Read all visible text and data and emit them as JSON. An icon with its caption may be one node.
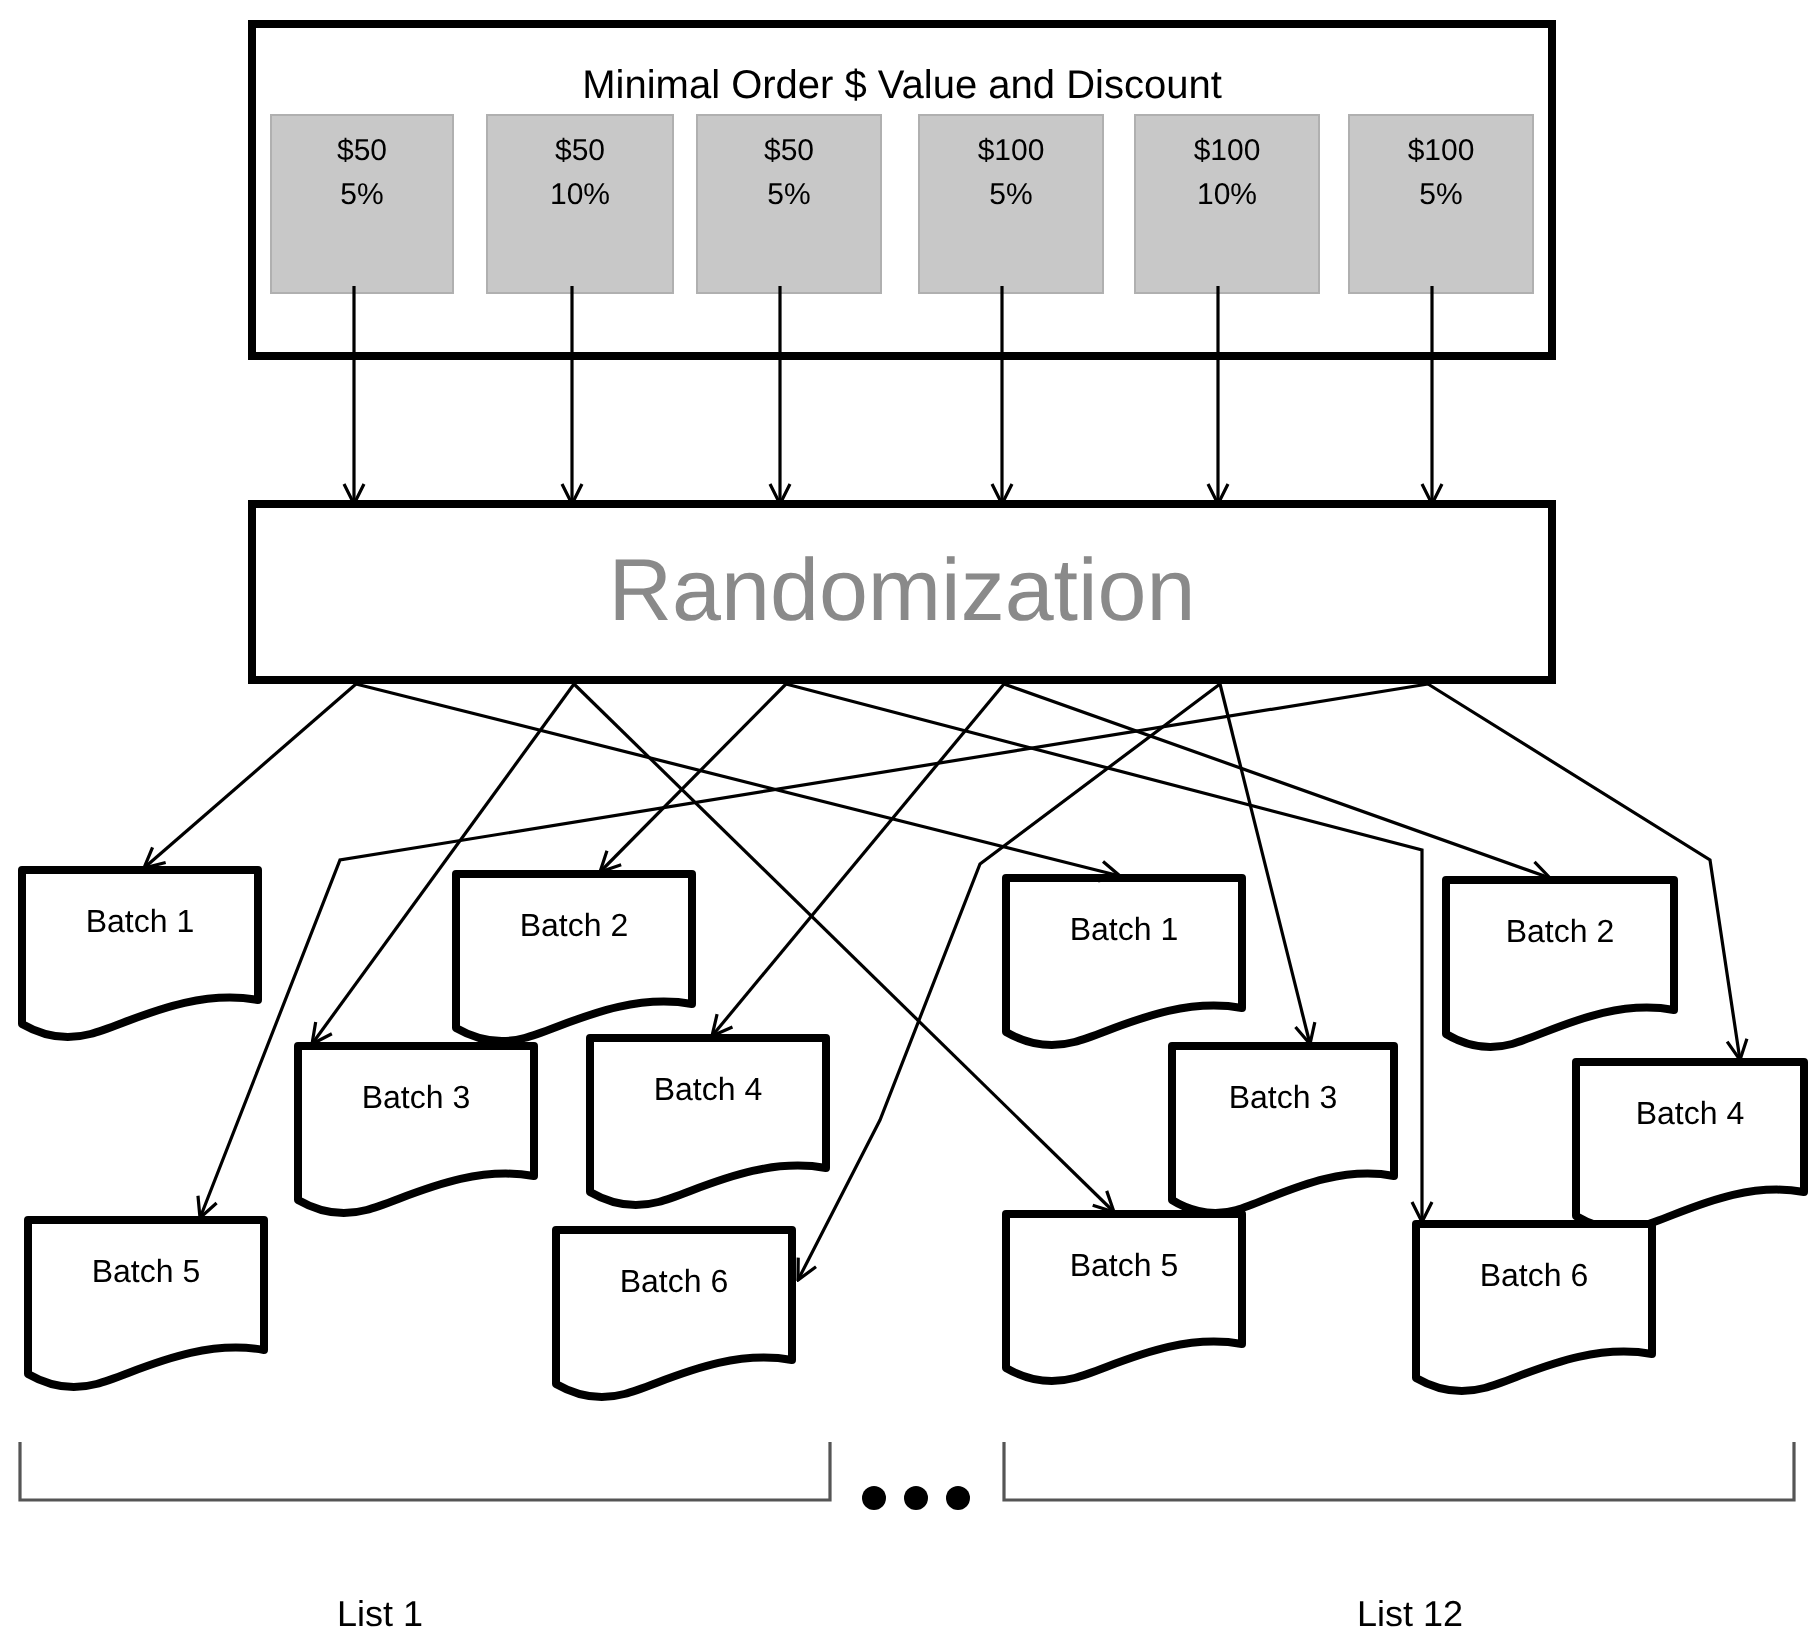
{
  "diagram": {
    "nodes": [
      {
        "text": [
          "Minimal Order $ Value and Discount"
        ]
      },
      {
        "text": [
          "$50",
          "5%"
        ],
        "in": 0
      },
      {
        "text": [
          "$50",
          "10%"
        ],
        "in": 0
      },
      {
        "text": [
          "$50",
          "5%"
        ],
        "in": 0
      },
      {
        "text": [
          "$100",
          "5%"
        ],
        "in": 0
      },
      {
        "text": [
          "$100",
          "10%"
        ],
        "in": 0
      },
      {
        "text": [
          "$100",
          "5%"
        ],
        "in": 0
      },
      {
        "text": [
          "Randomization"
        ]
      },
      {
        "text": [
          "Batch 1"
        ]
      },
      {
        "text": [
          "Batch 2"
        ]
      },
      {
        "text": [
          "Batch 3"
        ]
      },
      {
        "text": [
          "Batch 4"
        ]
      },
      {
        "text": [
          "Batch 5"
        ]
      },
      {
        "text": [
          "Batch 6"
        ]
      },
      {
        "text": [
          "Batch 1"
        ]
      },
      {
        "text": [
          "Batch 2"
        ]
      },
      {
        "text": [
          "Batch 3"
        ]
      },
      {
        "text": [
          "Batch 4"
        ]
      },
      {
        "text": [
          "Batch 5"
        ]
      },
      {
        "text": [
          "Batch 6"
        ]
      }
    ],
    "edges": [
      {
        "from": 1,
        "to": 7,
        "arrow": "to"
      },
      {
        "from": 2,
        "to": 7,
        "arrow": "to"
      },
      {
        "from": 3,
        "to": 7,
        "arrow": "to"
      },
      {
        "from": 4,
        "to": 7,
        "arrow": "to"
      },
      {
        "from": 5,
        "to": 7,
        "arrow": "to"
      },
      {
        "from": 6,
        "to": 7,
        "arrow": "to"
      },
      {
        "from": 7,
        "to": 8,
        "arrow": "to"
      },
      {
        "from": 7,
        "to": 14,
        "arrow": "to"
      },
      {
        "from": 7,
        "to": 10,
        "arrow": "to"
      },
      {
        "from": 7,
        "to": 18,
        "arrow": "to"
      },
      {
        "from": 7,
        "to": 9,
        "arrow": "to"
      },
      {
        "from": 7,
        "to": 19,
        "arrow": "to"
      },
      {
        "from": 7,
        "to": 11,
        "arrow": "to"
      },
      {
        "from": 7,
        "to": 15,
        "arrow": "to"
      },
      {
        "from": 7,
        "to": 13,
        "arrow": "to"
      },
      {
        "from": 7,
        "to": 16,
        "arrow": "to"
      },
      {
        "from": 7,
        "to": 12,
        "arrow": "to"
      },
      {
        "from": 7,
        "to": 17,
        "arrow": "to"
      }
    ],
    "labels": [
      "List 1",
      "List 12"
    ]
  }
}
